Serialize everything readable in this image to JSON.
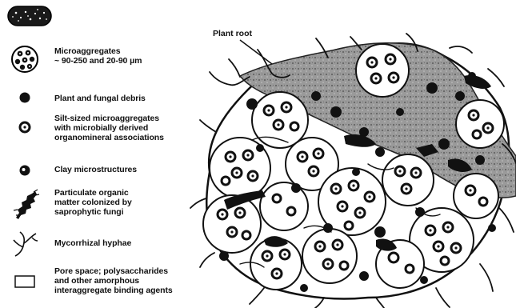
{
  "legend": [
    {
      "id": "macroaggregate",
      "icon": "macroaggregate-icon",
      "lines": []
    },
    {
      "id": "microaggregates",
      "icon": "microaggregate-icon",
      "lines": [
        "Microaggregates",
        "~ 90-250 and 20-90 µm"
      ]
    },
    {
      "id": "debris",
      "icon": "debris-dot-icon",
      "lines": [
        "Plant and fungal debris"
      ]
    },
    {
      "id": "silt",
      "icon": "silt-ring-icon",
      "lines": [
        "Silt-sized microaggregates",
        "with microbially derived",
        "organomineral associations"
      ]
    },
    {
      "id": "clay",
      "icon": "clay-dot-icon",
      "lines": [
        "Clay microstructures"
      ]
    },
    {
      "id": "pom",
      "icon": "organic-matter-icon",
      "lines": [
        "Particulate organic",
        "matter colonized by",
        "saprophytic fungi"
      ]
    },
    {
      "id": "hyphae",
      "icon": "hyphae-icon",
      "lines": [
        "Mycorrhizal hyphae"
      ]
    },
    {
      "id": "pore",
      "icon": "pore-box-icon",
      "lines": [
        "Pore space; polysaccharides",
        "and other amorphous",
        "interaggregate binding agents"
      ]
    }
  ],
  "diagram": {
    "root_label": "Plant root"
  },
  "colors": {
    "ink": "#111111",
    "root_fill": "#8c8c8c",
    "paper": "#ffffff"
  }
}
